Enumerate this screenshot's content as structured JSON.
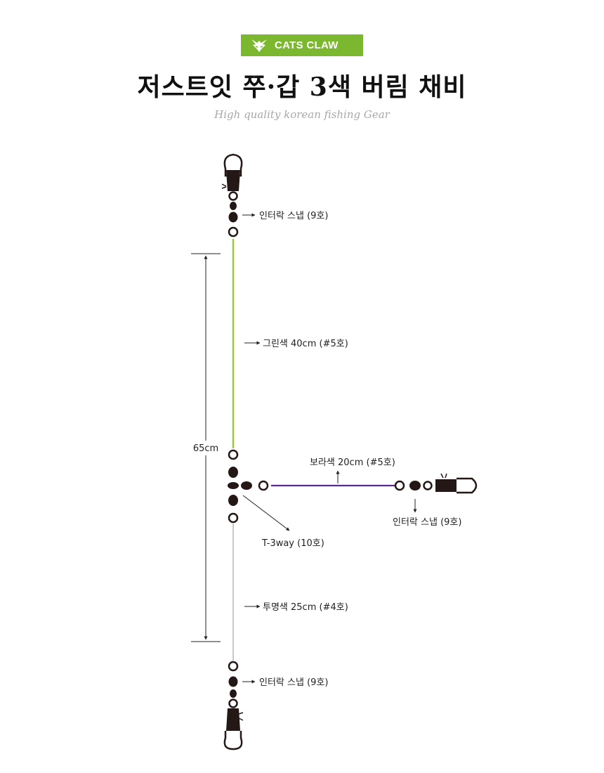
{
  "brand": {
    "name": "CATS CLAW",
    "accent_color": "#7cb82f"
  },
  "header": {
    "title": "저스트잇 쭈·갑 3색 버림 채비",
    "subtitle": "High quality korean fishing Gear"
  },
  "rig": {
    "top_snap_label": "인터락 스냅 (9호)",
    "green_line_label": "그린색 40cm (#5호)",
    "total_length_label": "65cm",
    "purple_line_label": "보라색 20cm (#5호)",
    "side_snap_label": "인터락 스냅 (9호)",
    "tway_label": "T-3way (10호)",
    "clear_line_label": "투명색 25cm (#4호)",
    "bottom_snap_label": "인터락 스냅 (9호)",
    "colors": {
      "green_line": "#9cc83a",
      "purple_line": "#5a2a8c",
      "clear_line": "#c8c8c8",
      "hardware": "#231815"
    }
  }
}
